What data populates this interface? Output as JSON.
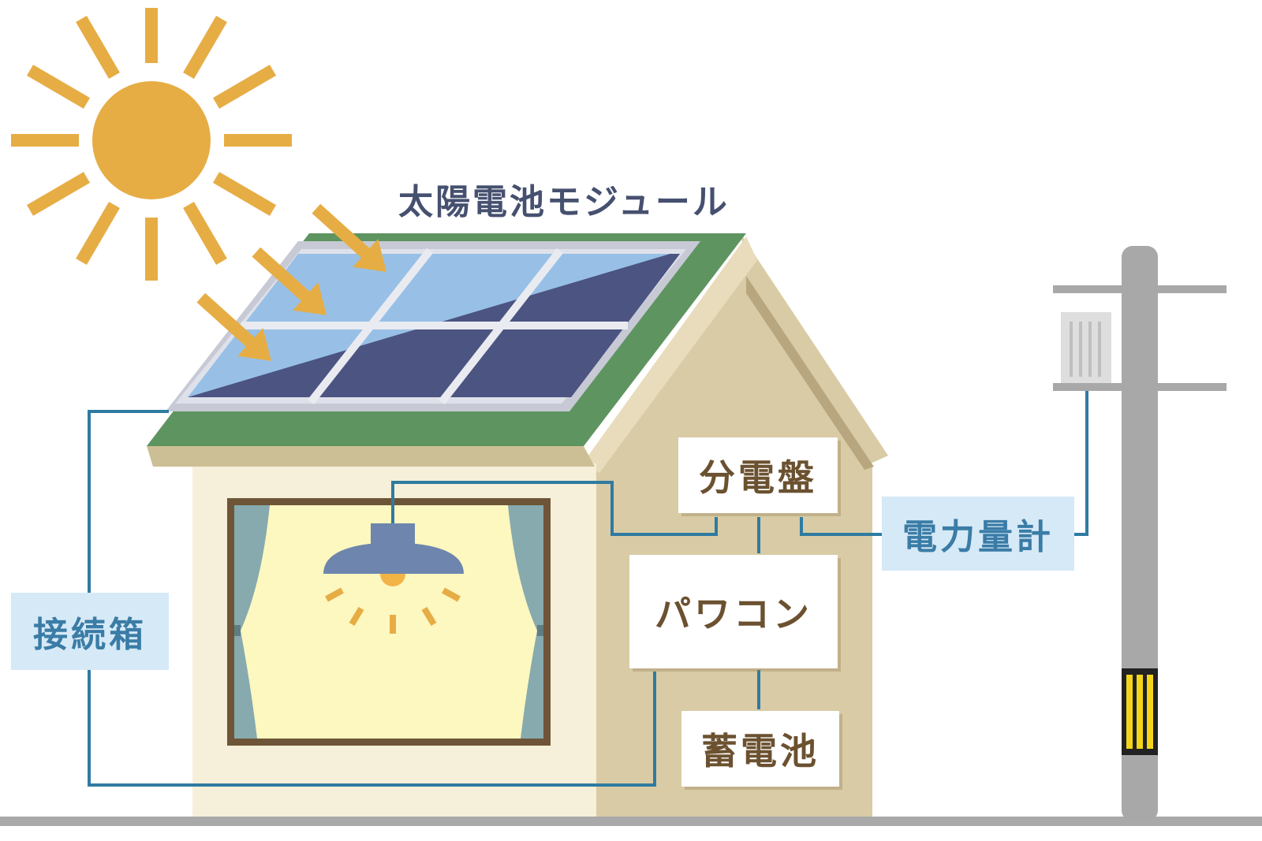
{
  "labels": {
    "title": "太陽電池モジュール",
    "distribution_board": "分電盤",
    "power_conditioner": "パワコン",
    "storage_battery": "蓄電池",
    "power_meter": "電力量計",
    "junction_box": "接続箱"
  },
  "colors": {
    "sun": "#e6ad45",
    "roof": "#5e9460",
    "panel_light": "#98c0e6",
    "panel_dark": "#4c5482",
    "house_front": "#f6efd9",
    "house_side": "#d9cba5",
    "wire": "#2f7ba1",
    "pole": "#a8a8a8",
    "window_light": "#fdf7c0",
    "curtain": "#86aaae"
  }
}
